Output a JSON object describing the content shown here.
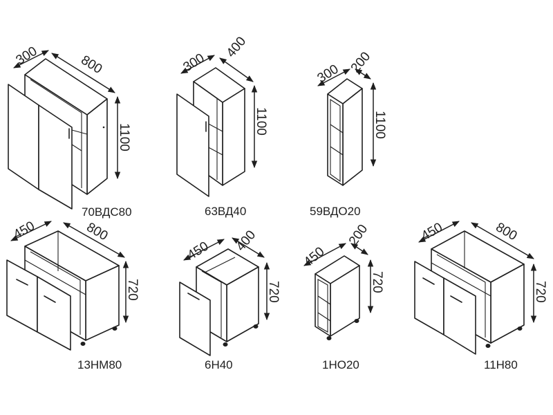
{
  "modules": [
    {
      "code": "70ВДС80",
      "depth": "300",
      "width": "800",
      "height": "1100"
    },
    {
      "code": "63ВД40",
      "depth": "300",
      "width": "400",
      "height": "1100"
    },
    {
      "code": "59ВДО20",
      "depth": "300",
      "width": "200",
      "height": "1100"
    },
    {
      "code": "13НМ80",
      "depth": "450",
      "width": "800",
      "height": "720"
    },
    {
      "code": "6Н40",
      "depth": "450",
      "width": "400",
      "height": "720"
    },
    {
      "code": "1НО20",
      "depth": "450",
      "width": "200",
      "height": "720"
    },
    {
      "code": "11Н80",
      "depth": "450",
      "width": "800",
      "height": "720"
    }
  ]
}
